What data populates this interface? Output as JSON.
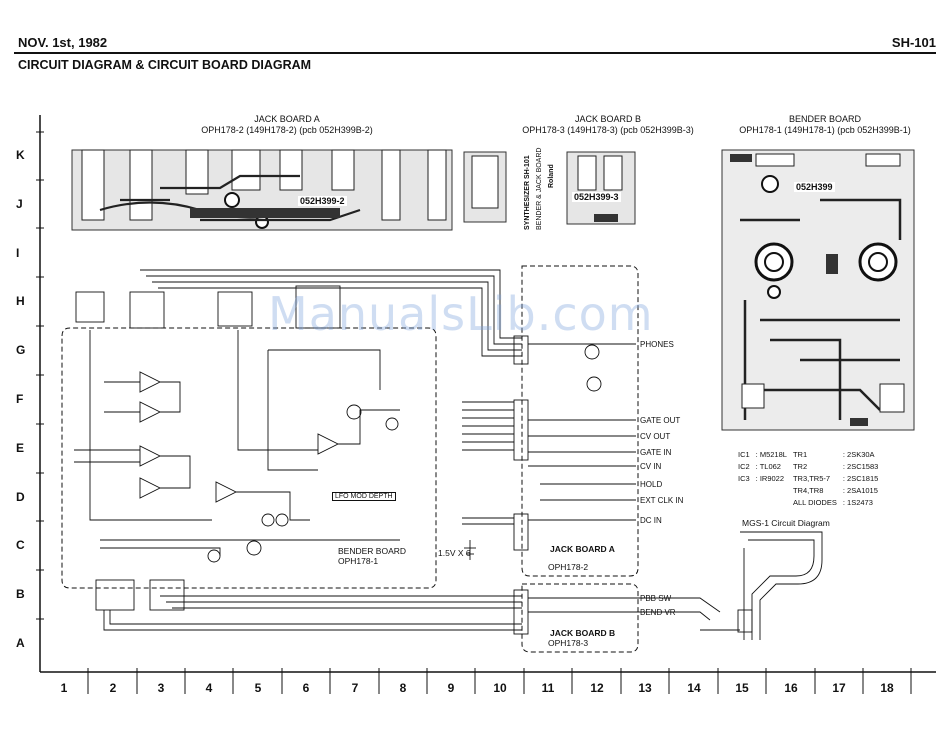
{
  "header": {
    "date": "NOV. 1st, 1982",
    "model": "SH-101",
    "title": "CIRCUIT DIAGRAM & CIRCUIT BOARD DIAGRAM"
  },
  "boards": {
    "jack_a": {
      "name": "JACK BOARD A",
      "code": "OPH178-2 (149H178-2) (pcb 052H399B-2)",
      "pcb_label": "052H399-2"
    },
    "jack_b": {
      "name": "JACK BOARD B",
      "code": "OPH178-3 (149H178-3) (pcb 052H399B-3)",
      "pcb_label": "052H399-3"
    },
    "bender": {
      "name": "BENDER BOARD",
      "code": "OPH178-1 (149H178-1) (pcb 052H399B-1)",
      "pcb_label": "052H399"
    },
    "side_text": "SYNTHESIZER SH-101",
    "side_text2": "BENDER & JACK BOARD",
    "side_brand": "Roland"
  },
  "schematic": {
    "bender_label": "BENDER BOARD",
    "bender_code": "OPH178-1",
    "jack_a_label": "JACK BOARD A",
    "jack_a_code": "OPH178-2",
    "jack_b_label": "JACK BOARD B",
    "jack_b_code": "OPH178-3",
    "battery": "1.5V X 6",
    "mgs_title": "MGS-1 Circuit Diagram",
    "jacks": [
      "PHONES",
      "GATE OUT",
      "CV OUT",
      "GATE IN",
      "CV IN",
      "HOLD",
      "EXT CLK IN",
      "DC IN",
      "PBB SW",
      "BEND VR"
    ],
    "lfo": "LFO MOD DEPTH"
  },
  "parts": [
    {
      "ref": "IC1",
      "part": ": M5218L"
    },
    {
      "ref": "IC2",
      "part": ": TL062"
    },
    {
      "ref": "IC3",
      "part": ": IR9022"
    },
    {
      "ref": "TR1",
      "part": ": 2SK30A"
    },
    {
      "ref": "TR2",
      "part": ": 2SC1583"
    },
    {
      "ref": "TR3,TR5-7",
      "part": ": 2SC1815"
    },
    {
      "ref": "TR4,TR8",
      "part": ": 2SA1015"
    },
    {
      "ref": "ALL DIODES",
      "part": ": 1S2473"
    }
  ],
  "grid": {
    "rows": [
      "K",
      "J",
      "I",
      "H",
      "G",
      "F",
      "E",
      "D",
      "C",
      "B",
      "A"
    ],
    "cols": [
      "1",
      "2",
      "3",
      "4",
      "5",
      "6",
      "7",
      "8",
      "9",
      "10",
      "11",
      "12",
      "13",
      "14",
      "15",
      "16",
      "17",
      "18"
    ]
  },
  "watermark": "ManualsLib.com"
}
